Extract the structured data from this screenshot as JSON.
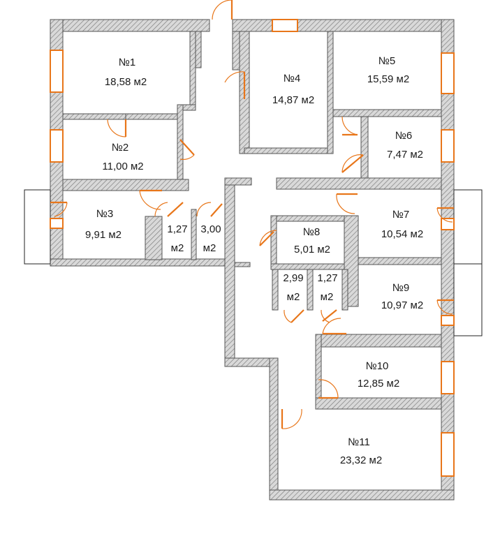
{
  "rooms": [
    {
      "id": "r1",
      "number": "№1",
      "area": "18,58 м2"
    },
    {
      "id": "r2",
      "number": "№2",
      "area": "11,00 м2"
    },
    {
      "id": "r3",
      "number": "№3",
      "area": "9,91 м2"
    },
    {
      "id": "r4",
      "number": "№4",
      "area": "14,87 м2"
    },
    {
      "id": "r5",
      "number": "№5",
      "area": "15,59 м2"
    },
    {
      "id": "r6",
      "number": "№6",
      "area": "7,47 м2"
    },
    {
      "id": "r7",
      "number": "№7",
      "area": "10,54 м2"
    },
    {
      "id": "r8",
      "number": "№8",
      "area": "5,01 м2"
    },
    {
      "id": "r9",
      "number": "№9",
      "area": "10,97 м2"
    },
    {
      "id": "r10",
      "number": "№10",
      "area": "12,85 м2"
    },
    {
      "id": "r11",
      "number": "№11",
      "area": "23,32 м2"
    }
  ],
  "small_rooms": [
    {
      "id": "s1",
      "line1": "1,27",
      "line2": "м2"
    },
    {
      "id": "s2",
      "line1": "3,00",
      "line2": "м2"
    },
    {
      "id": "s3",
      "line1": "2,99",
      "line2": "м2"
    },
    {
      "id": "s4",
      "line1": "1,27",
      "line2": "м2"
    }
  ],
  "colors": {
    "wall_hatch": "#8c8c8c",
    "door_window": "#e8761a",
    "background": "#ffffff"
  }
}
